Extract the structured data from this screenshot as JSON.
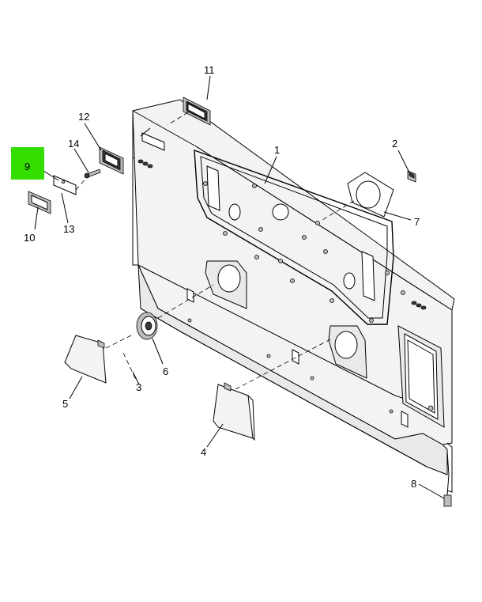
{
  "highlight": {
    "color": "#33dd00"
  },
  "callouts": [
    {
      "id": "1",
      "label": "1"
    },
    {
      "id": "2",
      "label": "2"
    },
    {
      "id": "3",
      "label": "3"
    },
    {
      "id": "4",
      "label": "4"
    },
    {
      "id": "5",
      "label": "5"
    },
    {
      "id": "6",
      "label": "6"
    },
    {
      "id": "7",
      "label": "7"
    },
    {
      "id": "8",
      "label": "8"
    },
    {
      "id": "9",
      "label": "9",
      "highlighted": true
    },
    {
      "id": "10",
      "label": "10"
    },
    {
      "id": "11",
      "label": "11"
    },
    {
      "id": "12",
      "label": "12"
    },
    {
      "id": "13",
      "label": "13"
    },
    {
      "id": "14",
      "label": "14"
    }
  ]
}
